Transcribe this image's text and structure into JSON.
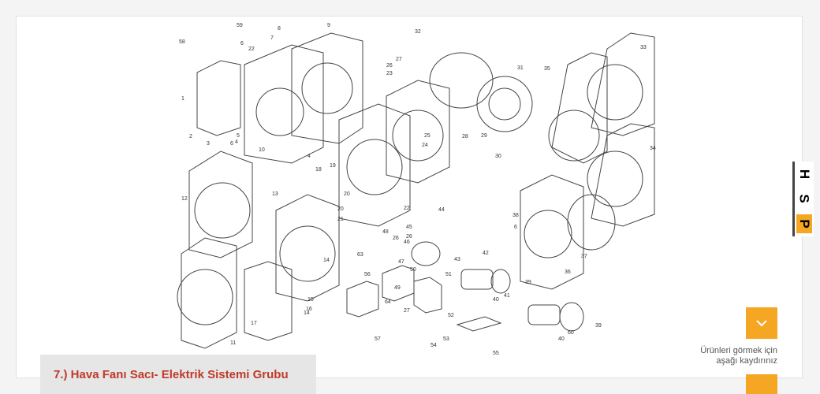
{
  "caption": {
    "title": "7.) Hava Fanı Sacı- Elektrik Sistemi Grubu"
  },
  "scroll": {
    "hint_line1": "Ürünleri görmek için",
    "hint_line2": "aşağı kaydırınız",
    "icon": "chevron-down-icon"
  },
  "brand": {
    "letters": [
      "H",
      "S",
      "P"
    ]
  },
  "colors": {
    "accent": "#f5a623",
    "caption_text": "#c0392b"
  },
  "diagram": {
    "labels": [
      "1",
      "2",
      "3",
      "4",
      "4",
      "5",
      "6",
      "6",
      "6",
      "7",
      "8",
      "9",
      "10",
      "11",
      "12",
      "13",
      "14",
      "14",
      "15",
      "16",
      "17",
      "18",
      "19",
      "20",
      "20",
      "21",
      "22",
      "22",
      "23",
      "24",
      "25",
      "26",
      "26",
      "26",
      "27",
      "27",
      "28",
      "29",
      "30",
      "31",
      "32",
      "33",
      "34",
      "35",
      "36",
      "37",
      "38",
      "39",
      "39",
      "40",
      "40",
      "41",
      "42",
      "43",
      "44",
      "45",
      "46",
      "47",
      "48",
      "49",
      "50",
      "51",
      "52",
      "53",
      "54",
      "55",
      "56",
      "57",
      "58",
      "59",
      "60",
      "63",
      "64"
    ]
  }
}
